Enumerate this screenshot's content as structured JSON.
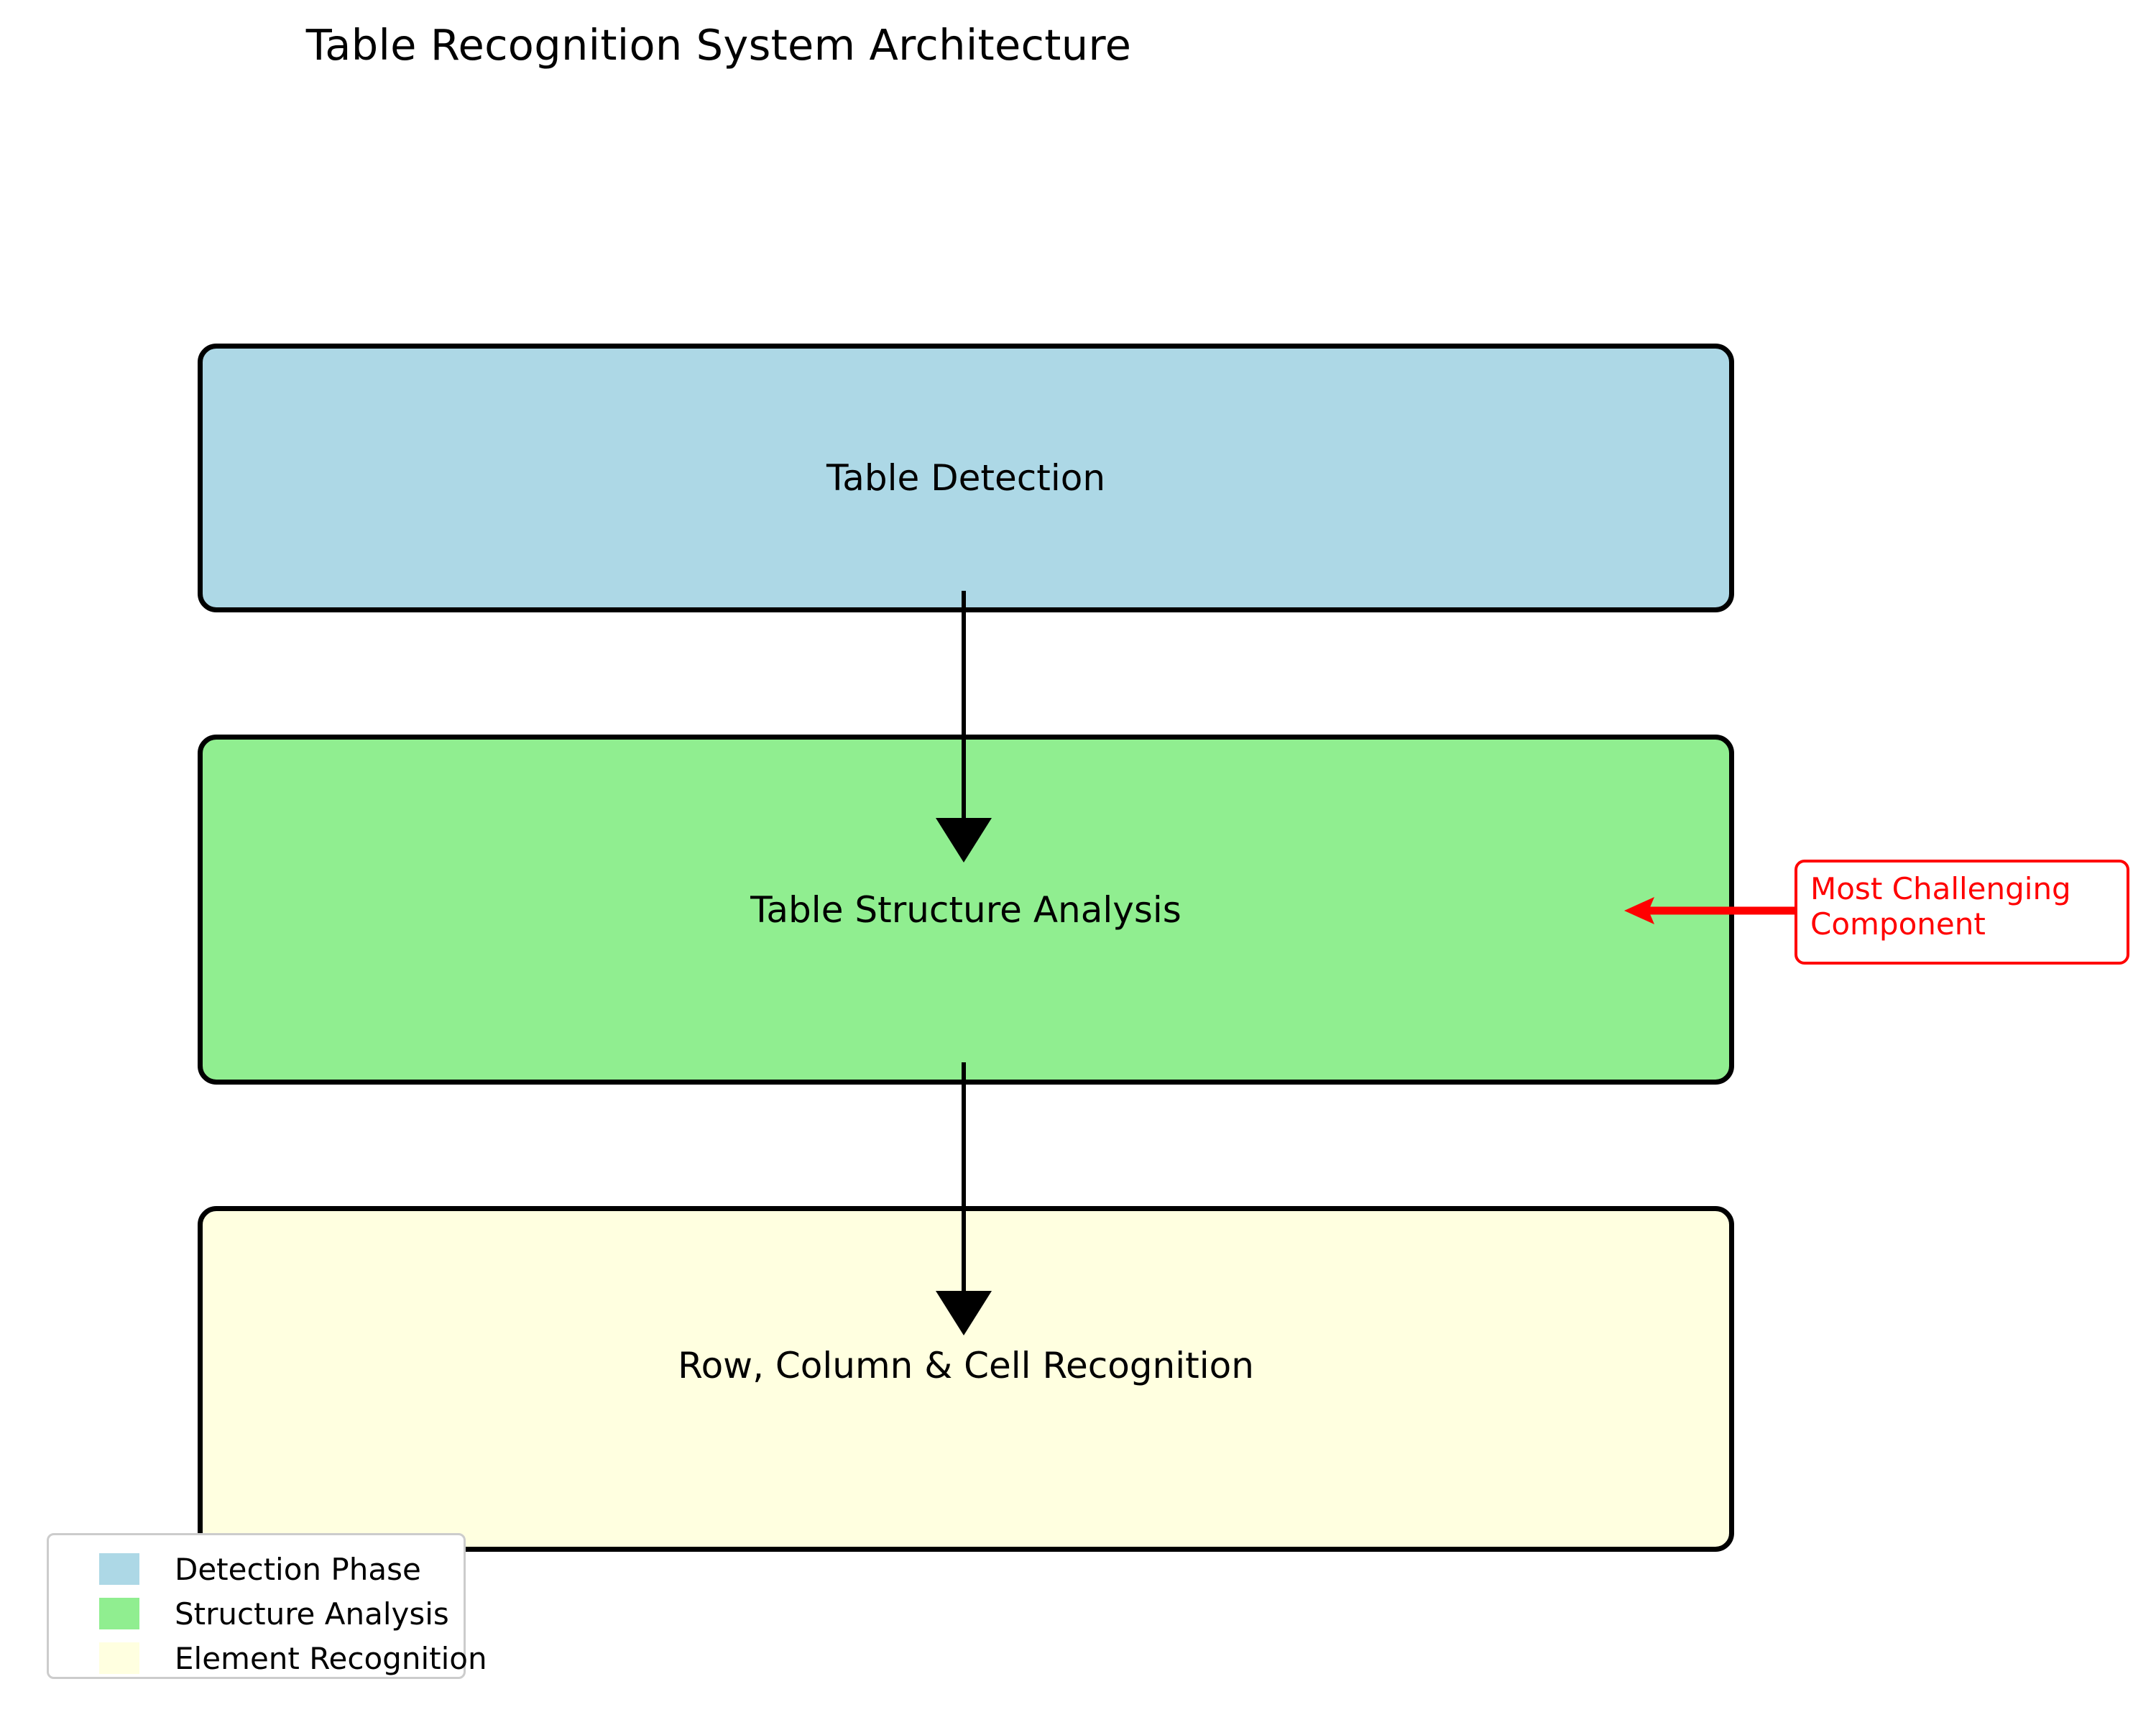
{
  "figure": {
    "title": "Table Recognition System Architecture",
    "background": "#ffffff"
  },
  "colors": {
    "detection_fill": "#add8e6",
    "structure_fill": "#90ee90",
    "element_fill": "#ffffe0",
    "box_stroke": "#000000",
    "annotation": "#ff0000",
    "legend_border": "#cccccc",
    "text": "#000000"
  },
  "stages": [
    {
      "id": "table-detection",
      "label": "Table Detection",
      "fill": "#add8e6",
      "phase": "Detection Phase"
    },
    {
      "id": "table-structure-analysis",
      "label": "Table Structure Analysis",
      "fill": "#90ee90",
      "phase": "Structure Analysis"
    },
    {
      "id": "row-column-cell-recognition",
      "label": "Row, Column & Cell Recognition",
      "fill": "#ffffe0",
      "phase": "Element Recognition"
    }
  ],
  "flow": {
    "connectors": [
      {
        "from": "table-detection",
        "to": "table-structure-analysis",
        "direction": "down"
      },
      {
        "from": "table-structure-analysis",
        "to": "row-column-cell-recognition",
        "direction": "down"
      }
    ]
  },
  "annotation": {
    "text": "Most Challenging\nComponent",
    "target": "table-structure-analysis",
    "color": "#ff0000",
    "arrow_direction": "left"
  },
  "legend": {
    "items": [
      {
        "label": "Detection Phase",
        "color": "#add8e6"
      },
      {
        "label": "Structure Analysis",
        "color": "#90ee90"
      },
      {
        "label": "Element Recognition",
        "color": "#ffffe0"
      }
    ]
  }
}
